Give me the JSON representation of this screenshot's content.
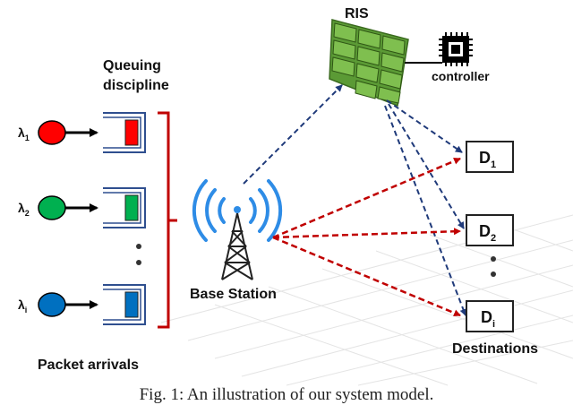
{
  "labels": {
    "ris": "RIS",
    "controller": "controller",
    "queuing_line1": "Queuing",
    "queuing_line2": "discipline",
    "base_station": "Base Station",
    "packet_arrivals": "Packet arrivals",
    "destinations": "Destinations"
  },
  "arrivals": [
    {
      "symbol": "λ",
      "sub": "1",
      "color": "#ff0000"
    },
    {
      "symbol": "λ",
      "sub": "2",
      "color": "#00b050"
    },
    {
      "symbol": "λ",
      "sub": "i",
      "color": "#0070c0"
    }
  ],
  "destinations": [
    {
      "letter": "D",
      "sub": "1"
    },
    {
      "letter": "D",
      "sub": "2"
    },
    {
      "letter": "D",
      "sub": "i"
    }
  ],
  "caption": "Fig. 1: An illustration of our system model.",
  "colors": {
    "bracket": "#c00000",
    "bs_to_dest_arrow": "#c00000",
    "ris_link_arrow": "#1f3a7a",
    "wave": "#2e8ce6",
    "ris_panel": "#4f8a2c"
  }
}
